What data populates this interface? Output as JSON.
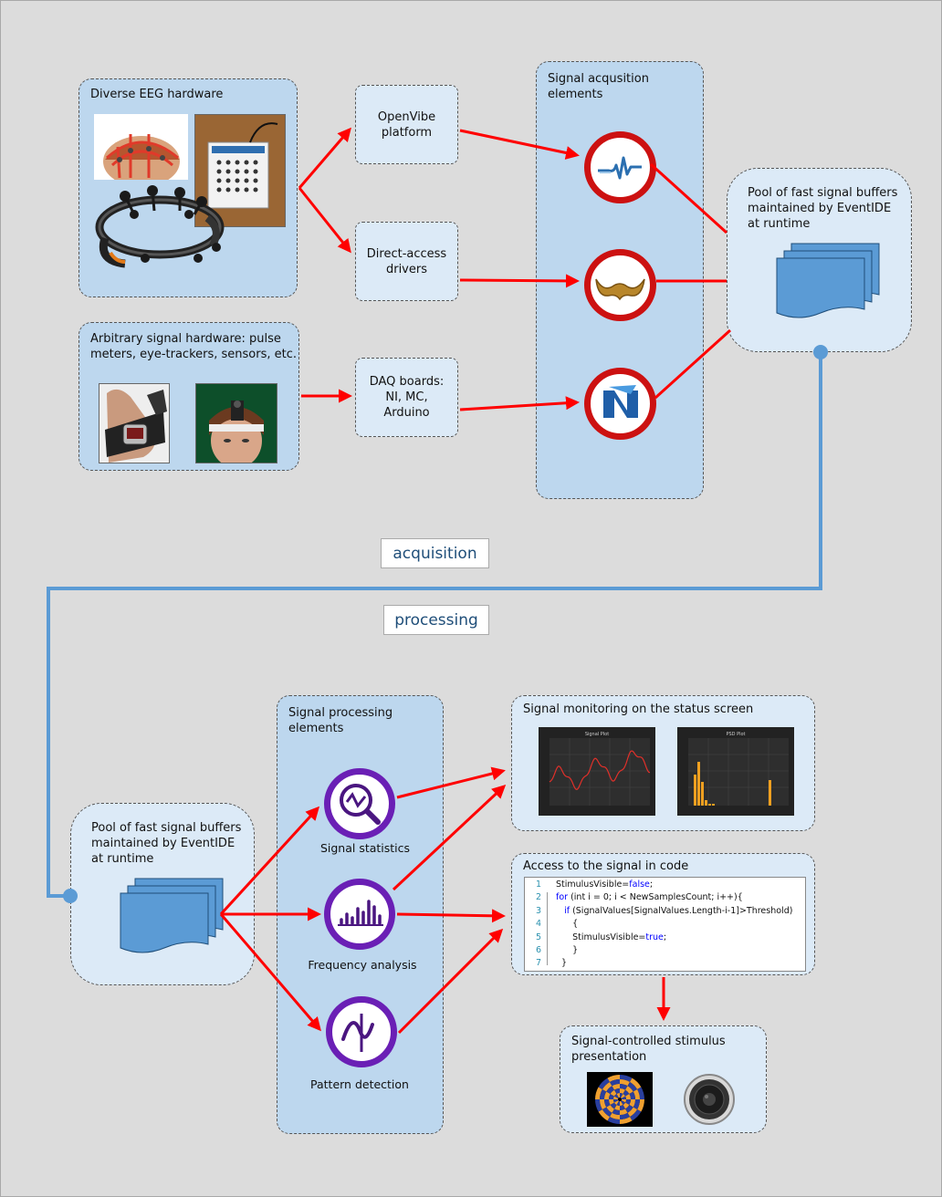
{
  "labels": {
    "eeg_hardware": "Diverse EEG hardware",
    "arbitrary_hardware_1": "Arbitrary signal hardware: pulse",
    "arbitrary_hardware_2": "meters, eye-trackers, sensors, etc.",
    "openvibe_1": "OpenVibe",
    "openvibe_2": "platform",
    "direct_1": "Direct-access",
    "direct_2": "drivers",
    "daq_1": "DAQ boards:",
    "daq_2": "NI, MC,",
    "daq_3": "Arduino",
    "acq_elements_1": "Signal acqusition",
    "acq_elements_2": "elements",
    "pool_top_1": "Pool of fast signal buffers",
    "pool_top_2": "maintained by EventIDE",
    "pool_top_3": "at runtime",
    "acquisition": "acquisition",
    "processing": "processing",
    "pool_bottom_1": "Pool of fast signal buffers",
    "pool_bottom_2": "maintained by EventIDE",
    "pool_bottom_3": "at runtime",
    "proc_elements_1": "Signal processing",
    "proc_elements_2": "elements",
    "signal_statistics": "Signal statistics",
    "frequency_analysis": "Frequency analysis",
    "pattern_detection": "Pattern detection",
    "monitoring": "Signal monitoring on the status screen",
    "code_access": "Access to the signal in code",
    "stimulus_1": "Signal-controlled stimulus",
    "stimulus_2": "presentation"
  },
  "plots": {
    "signal_title": "Signal Plot",
    "psd_title": "PSD Plot"
  },
  "code_lines": [
    {
      "n": "1",
      "pre": "StimulusVisible=",
      "kw": "false",
      "post": ";"
    },
    {
      "n": "2",
      "pre": "",
      "kw": "for",
      "post": " (int i = 0; i < NewSamplesCount; i++){"
    },
    {
      "n": "3",
      "pre": "   ",
      "kw": "if",
      "post": " (SignalValues[SignalValues.Length-i-1]>Threshold)"
    },
    {
      "n": "4",
      "pre": "      {",
      "kw": "",
      "post": ""
    },
    {
      "n": "5",
      "pre": "      StimulusVisible=",
      "kw": "true",
      "post": ";"
    },
    {
      "n": "6",
      "pre": "      }",
      "kw": "",
      "post": ""
    },
    {
      "n": "7",
      "pre": "  }",
      "kw": "",
      "post": ""
    }
  ],
  "colors": {
    "panel": "#bdd7ee",
    "panel_light": "#dceaf7",
    "arrow": "#ff0000",
    "connector": "#5b9bd5",
    "ring_red": "#cc1111",
    "ring_purple": "#6a1fb5"
  }
}
